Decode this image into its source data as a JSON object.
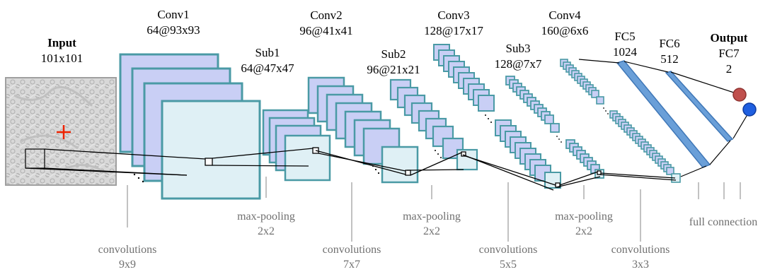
{
  "input": {
    "title": "Input",
    "size": "101x101"
  },
  "layers": {
    "conv1": {
      "name": "Conv1",
      "dims": "64@93x93"
    },
    "sub1": {
      "name": "Sub1",
      "dims": "64@47x47"
    },
    "conv2": {
      "name": "Conv2",
      "dims": "96@41x41"
    },
    "sub2": {
      "name": "Sub2",
      "dims": "96@21x21"
    },
    "conv3": {
      "name": "Conv3",
      "dims": "128@17x17"
    },
    "sub3": {
      "name": "Sub3",
      "dims": "128@7x7"
    },
    "conv4": {
      "name": "Conv4",
      "dims": "160@6x6"
    },
    "fc5": {
      "name": "FC5",
      "dims": "1024"
    },
    "fc6": {
      "name": "FC6",
      "dims": "512"
    }
  },
  "output": {
    "title": "Output",
    "name": "FC7",
    "size": "2"
  },
  "operations": {
    "conv9": {
      "name": "convolutions",
      "size": "9x9"
    },
    "pool1": {
      "name": "max-pooling",
      "size": "2x2"
    },
    "conv7": {
      "name": "convolutions",
      "size": "7x7"
    },
    "pool2": {
      "name": "max-pooling",
      "size": "2x2"
    },
    "conv5": {
      "name": "convolutions",
      "size": "5x5"
    },
    "pool3": {
      "name": "max-pooling",
      "size": "2x2"
    },
    "conv3": {
      "name": "convolutions",
      "size": "3x3"
    },
    "full": {
      "name": "full connection"
    }
  },
  "colors": {
    "map_fill": "#c9cff5",
    "map_front_fill": "#dff0f5",
    "map_border": "#4a9aa5",
    "fc_bar": "#6a9fd8",
    "output_red": "#c0504d",
    "output_blue": "#1f5fe0",
    "marker_red": "#ee2200",
    "op_text": "#707070",
    "guide_line": "#999999"
  }
}
